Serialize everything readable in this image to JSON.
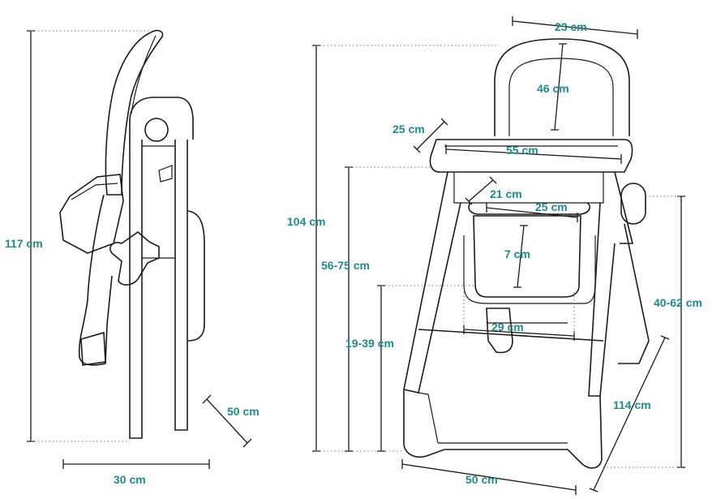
{
  "accent_color": "#1f8a8a",
  "line_color": "#1a1a1a",
  "side_view": {
    "height": "117 cm",
    "width": "30 cm",
    "depth": "50 cm"
  },
  "front_view": {
    "back_width": "23 cm",
    "back_height": "46 cm",
    "tray_depth": "25 cm",
    "tray_width": "55 cm",
    "seat_depth": "21 cm",
    "seat_width": "25 cm",
    "seat_back": "7 cm",
    "footrest_width": "29 cm",
    "total_height": "104 cm",
    "tray_height": "56-75 cm",
    "seat_height": "19-39 cm",
    "recline_height": "40-62 cm",
    "base_depth": "114 cm",
    "base_width": "50 cm"
  }
}
